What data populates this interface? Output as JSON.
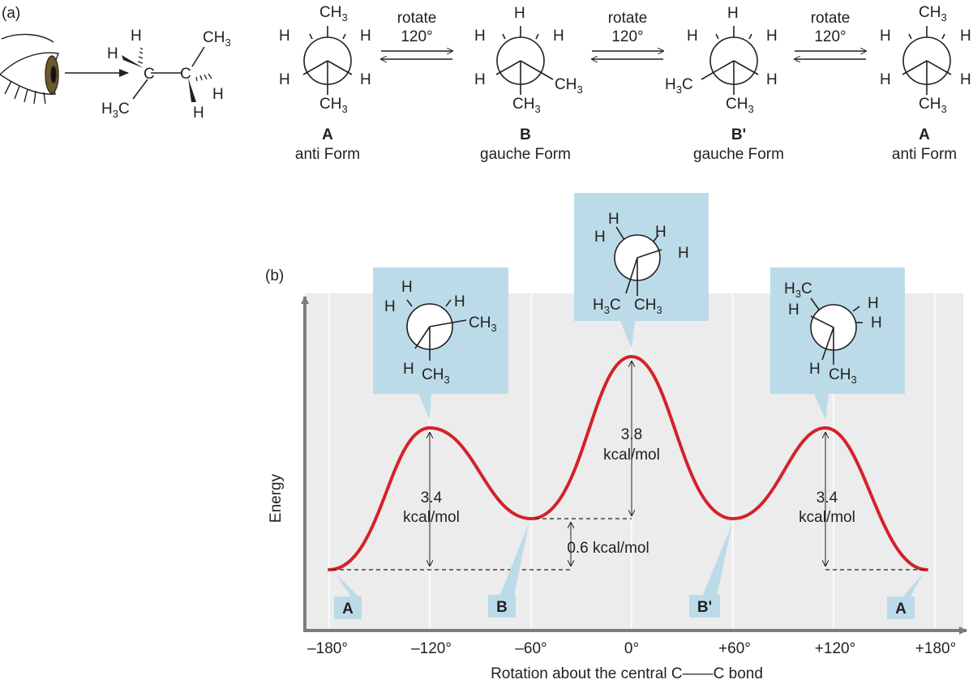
{
  "panel_a": {
    "label": "(a)",
    "molecule": {
      "atoms": [
        "H",
        "H",
        "H",
        "H",
        "C",
        "C"
      ],
      "groups": [
        "CH3",
        "H3C"
      ]
    },
    "arrows": [
      {
        "line1": "rotate",
        "line2": "120°"
      },
      {
        "line1": "rotate",
        "line2": "120°"
      },
      {
        "line1": "rotate",
        "line2": "120°"
      }
    ],
    "conformers": [
      {
        "letter": "A",
        "name": "anti Form"
      },
      {
        "letter": "B",
        "name": "gauche Form"
      },
      {
        "letter": "B'",
        "name": "gauche Form"
      },
      {
        "letter": "A",
        "name": "anti Form"
      }
    ]
  },
  "panel_b": {
    "label": "(b)",
    "y_label": "Energy",
    "x_label": "Rotation about the central C——C bond",
    "x_ticks": [
      "–180°",
      "–120°",
      "–60°",
      "0°",
      "+60°",
      "+120°",
      "+180°"
    ],
    "barriers": [
      {
        "value": "3.4",
        "unit": "kcal/mol"
      },
      {
        "value": "3.8",
        "unit": "kcal/mol"
      },
      {
        "value": "3.4",
        "unit": "kcal/mol"
      }
    ],
    "gauche_diff": "0.6 kcal/mol",
    "minima_labels": [
      "A",
      "B",
      "B'",
      "A"
    ],
    "colors": {
      "curve": "#d2232a",
      "panel": "#ececec",
      "callout": "#bcdbe8",
      "axis": "#7c7c7c"
    }
  }
}
